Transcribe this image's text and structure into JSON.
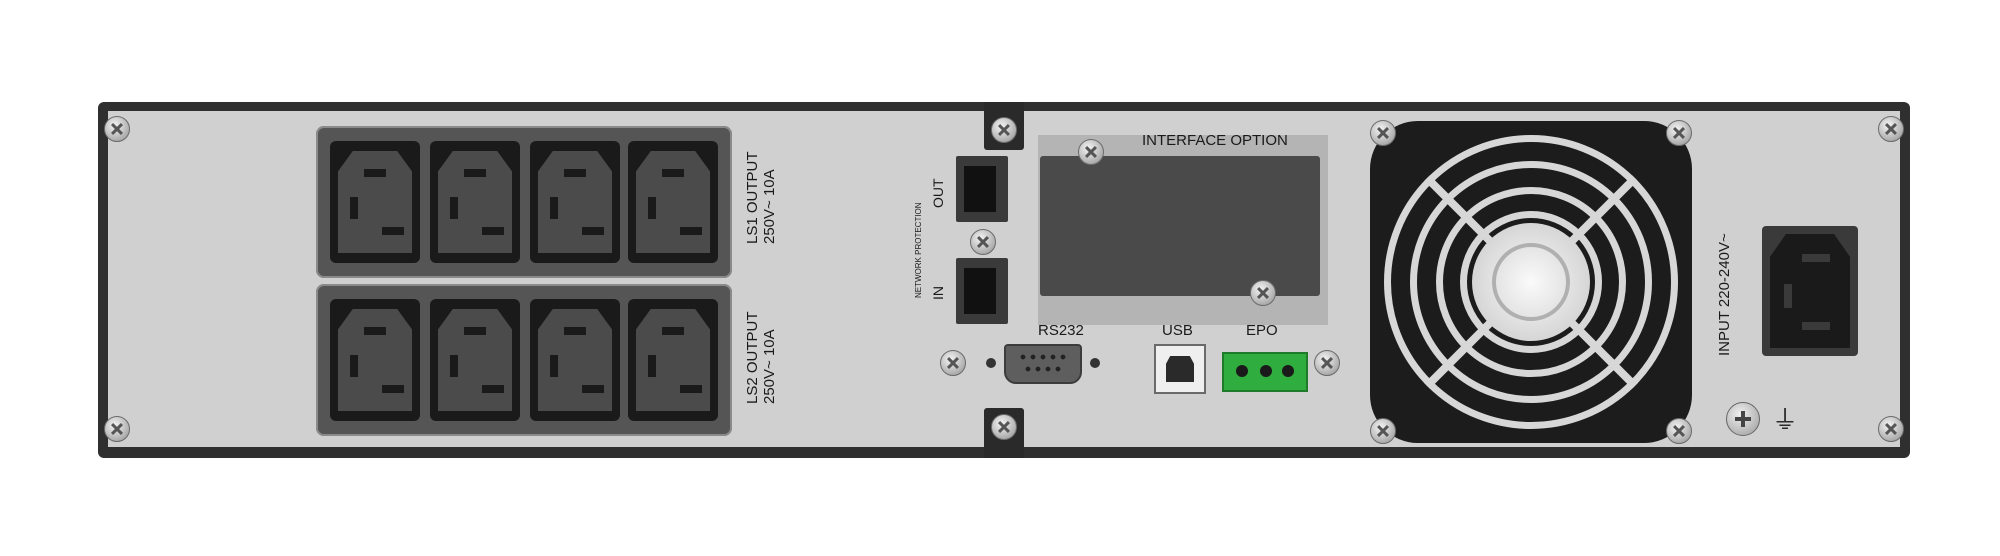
{
  "device": {
    "ls1_output_line1": "LS1 OUTPUT",
    "ls1_output_line2": "250V~ 10A",
    "ls2_output_line1": "LS2 OUTPUT",
    "ls2_output_line2": "250V~ 10A",
    "network_protection": "NETWORK PROTECTION",
    "port_out": "OUT",
    "port_in": "IN",
    "interface_option": "INTERFACE  OPTION",
    "rs232": "RS232",
    "usb": "USB",
    "epo": "EPO",
    "input_rating": "INPUT 220-240V~",
    "ground_symbol": "⏚"
  },
  "colors": {
    "chassis": "#2f2f2f",
    "panel": "#d0d0d0",
    "epo_terminal": "#2fae3f"
  },
  "icons": [
    "screw-icon",
    "ground-symbol-icon"
  ]
}
